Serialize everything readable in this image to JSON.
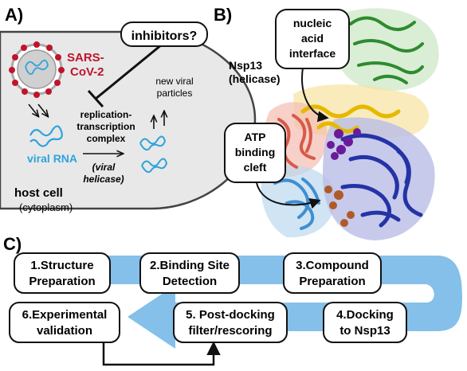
{
  "panels": {
    "a": "A)",
    "b": "B)",
    "c": "C)"
  },
  "panel_a": {
    "inhibitors": "inhibitors?",
    "virus": [
      "SARS-",
      "CoV-2"
    ],
    "new_viral": [
      "new viral",
      "particles"
    ],
    "complex": [
      "replication-",
      "transcription",
      "complex"
    ],
    "helicase_note": [
      "(viral",
      "helicase)"
    ],
    "viral_rna": "viral RNA",
    "host_cell": "host cell",
    "cytoplasm": "(cytoplasm)"
  },
  "panel_b": {
    "nsp13": [
      "Nsp13",
      "(helicase)"
    ],
    "nucleic": [
      "nucleic",
      "acid",
      "interface"
    ],
    "atp": [
      "ATP",
      "binding",
      "cleft"
    ]
  },
  "workflow": {
    "steps": [
      [
        "1.Structure",
        "Preparation"
      ],
      [
        "2.Binding Site",
        "Detection"
      ],
      [
        "3.Compound",
        "Preparation"
      ],
      [
        "4.Docking",
        "to Nsp13"
      ],
      [
        "5. Post-docking",
        "filter/rescoring"
      ],
      [
        "6.Experimental",
        "validation"
      ]
    ]
  },
  "colors": {
    "flow": "#7dbde8",
    "virus_red": "#c0142b",
    "rna_blue": "#2ea3dc",
    "cell_fill": "#e8e8e8"
  }
}
